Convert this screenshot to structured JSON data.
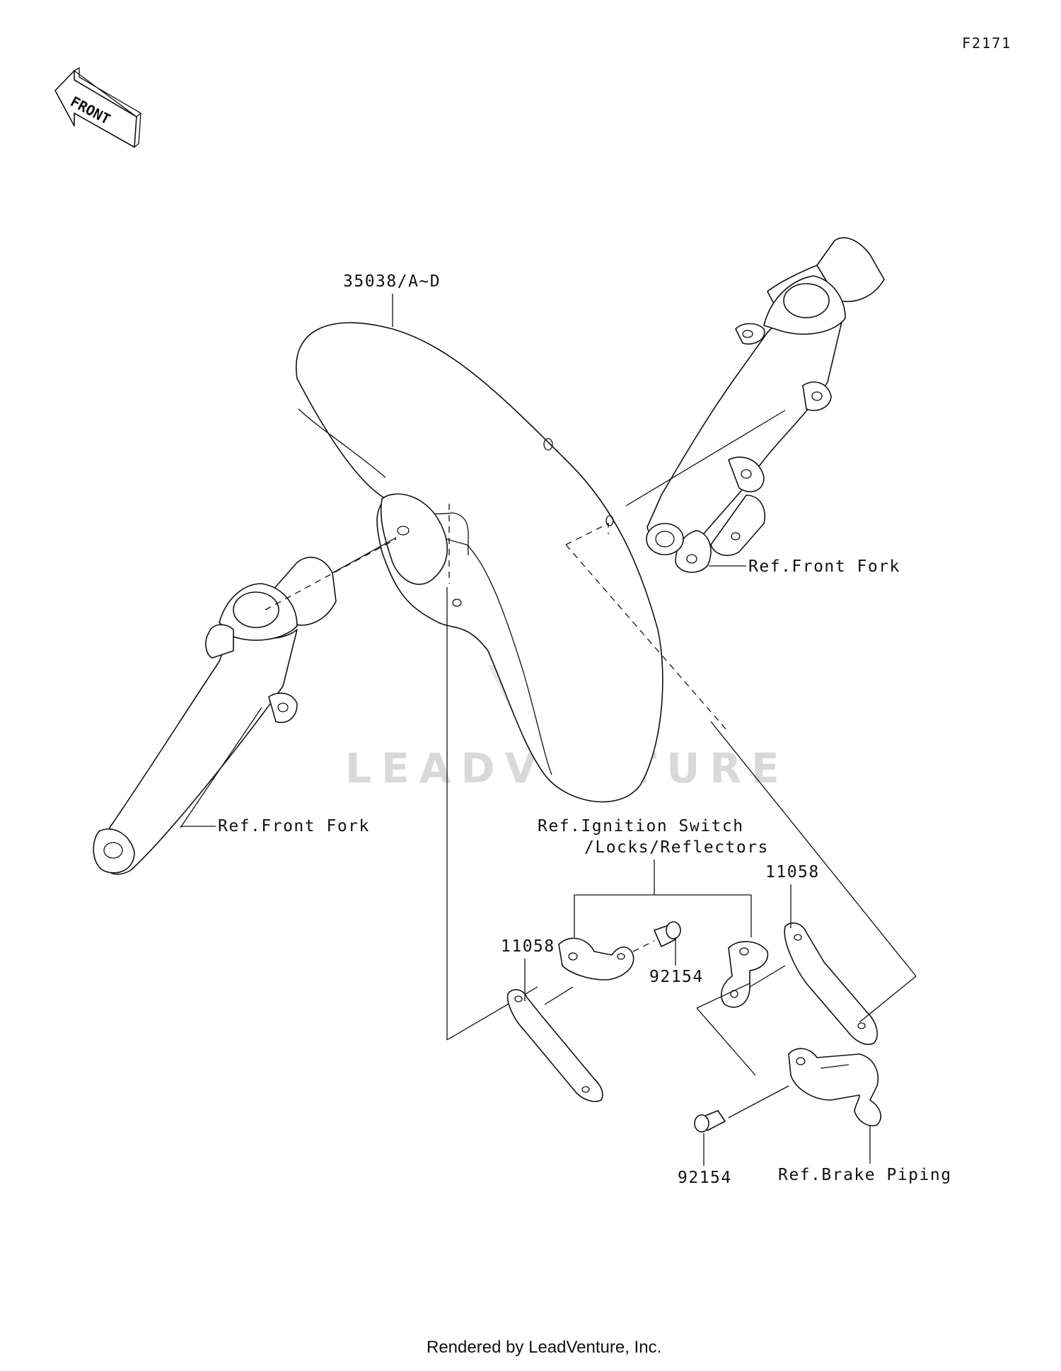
{
  "figure_code": "F2171",
  "front_arrow_text": "FRONT",
  "watermark_text": "LEADVENTURE",
  "footer_text": "Rendered by LeadVenture, Inc.",
  "labels": {
    "fender": "35038/A~D",
    "fork_right": "Ref.Front Fork",
    "fork_left": "Ref.Front Fork",
    "ignition_line1": "Ref.Ignition Switch",
    "ignition_line2": "/Locks/Reflectors",
    "bracket_left": "11058",
    "bracket_right": "11058",
    "bolt_upper": "92154",
    "bolt_lower": "92154",
    "brake_piping": "Ref.Brake Piping"
  }
}
